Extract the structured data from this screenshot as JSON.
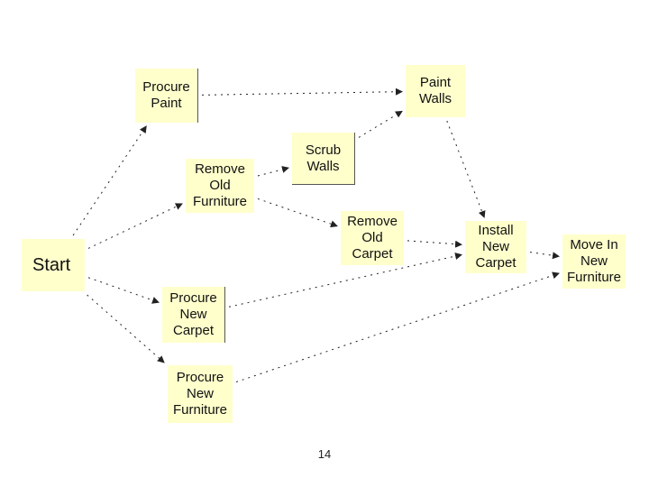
{
  "diagram": {
    "nodes": [
      {
        "id": "start",
        "lines": [
          "Start"
        ]
      },
      {
        "id": "procure-paint",
        "lines": [
          "Procure",
          "Paint"
        ]
      },
      {
        "id": "paint-walls",
        "lines": [
          "Paint",
          "Walls"
        ]
      },
      {
        "id": "remove-old-furniture",
        "lines": [
          "Remove",
          "Old",
          "Furniture"
        ]
      },
      {
        "id": "scrub-walls",
        "lines": [
          "Scrub",
          "Walls"
        ]
      },
      {
        "id": "remove-old-carpet",
        "lines": [
          "Remove",
          "Old",
          "Carpet"
        ]
      },
      {
        "id": "install-new-carpet",
        "lines": [
          "Install",
          "New",
          "Carpet"
        ]
      },
      {
        "id": "move-in-new-furniture",
        "lines": [
          "Move In",
          "New",
          "Furniture"
        ]
      },
      {
        "id": "procure-new-carpet",
        "lines": [
          "Procure",
          "New",
          "Carpet"
        ]
      },
      {
        "id": "procure-new-furniture",
        "lines": [
          "Procure",
          "New",
          "Furniture"
        ]
      }
    ],
    "edges": [
      {
        "from": "start",
        "to": "procure-paint"
      },
      {
        "from": "start",
        "to": "remove-old-furniture"
      },
      {
        "from": "start",
        "to": "procure-new-carpet"
      },
      {
        "from": "start",
        "to": "procure-new-furniture"
      },
      {
        "from": "procure-paint",
        "to": "paint-walls"
      },
      {
        "from": "remove-old-furniture",
        "to": "scrub-walls"
      },
      {
        "from": "remove-old-furniture",
        "to": "remove-old-carpet"
      },
      {
        "from": "scrub-walls",
        "to": "paint-walls"
      },
      {
        "from": "paint-walls",
        "to": "install-new-carpet"
      },
      {
        "from": "remove-old-carpet",
        "to": "install-new-carpet"
      },
      {
        "from": "procure-new-carpet",
        "to": "install-new-carpet"
      },
      {
        "from": "install-new-carpet",
        "to": "move-in-new-furniture"
      },
      {
        "from": "procure-new-furniture",
        "to": "move-in-new-furniture"
      }
    ]
  },
  "page_number": "14",
  "colors": {
    "node_fill": "#ffffcc",
    "edge": "#222222",
    "text": "#111111"
  }
}
